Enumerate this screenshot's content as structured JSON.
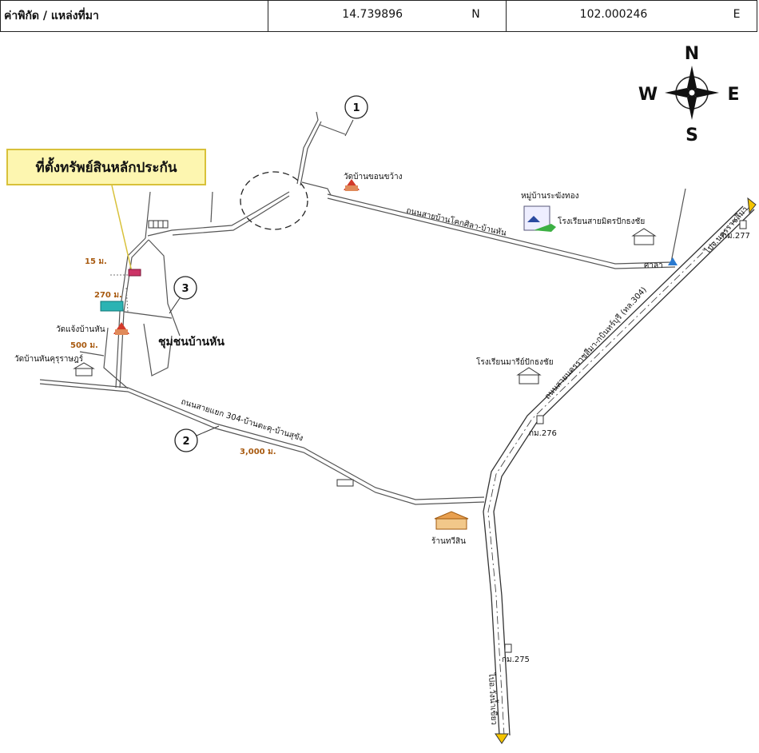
{
  "header": {
    "label": "ค่าพิกัด / แหล่งที่มา",
    "latitude": "14.739896",
    "lat_dir": "N",
    "longitude": "102.000246",
    "lon_dir": "E"
  },
  "compass": {
    "n": "N",
    "s": "S",
    "e": "E",
    "w": "W"
  },
  "callout": "ที่ตั้งทรัพย์สินหลักประกัน",
  "markers": {
    "m1": "1",
    "m2": "2",
    "m3": "3"
  },
  "places": {
    "wat_khon_khwang": "วัดบ้านขอนขว้าง",
    "mu_ban": "หมู่บ้านระฆังทอง",
    "school_mitr": "โรงเรียนสายมิตรปักธงชัย",
    "sala": "ศาลา",
    "wat_chaeng": "วัดแจ้งบ้านหัน",
    "wat_khurusat": "วัดบ้านหันคุรุราษฎร์",
    "community": "ชุมชนบ้านหัน",
    "school_mari": "โรงเรียนมารีย์ปักธงชัย",
    "shop": "ร้านทวีสิน"
  },
  "roads": {
    "road_north": "ถนนสายบ้านโคกศิลา-บ้านหัน",
    "road_south": "ถนนสายแยก 304-บ้านตะคุ-บ้านสุขัง",
    "highway": "ถนนสายนครราชสีมา-กบินทร์บุรี (ทล.304)",
    "to_korat": "ไปจ.นครราชสีมา",
    "to_prachin": "ไปอ.วังน้ำเขียว"
  },
  "distances": {
    "d15": "15 ม.",
    "d270": "270 ม.",
    "d500": "500 ม.",
    "d3000": "3,000 ม."
  },
  "km_posts": {
    "k277": "กม.277",
    "k276": "กม.276",
    "k275": "กม.275"
  }
}
